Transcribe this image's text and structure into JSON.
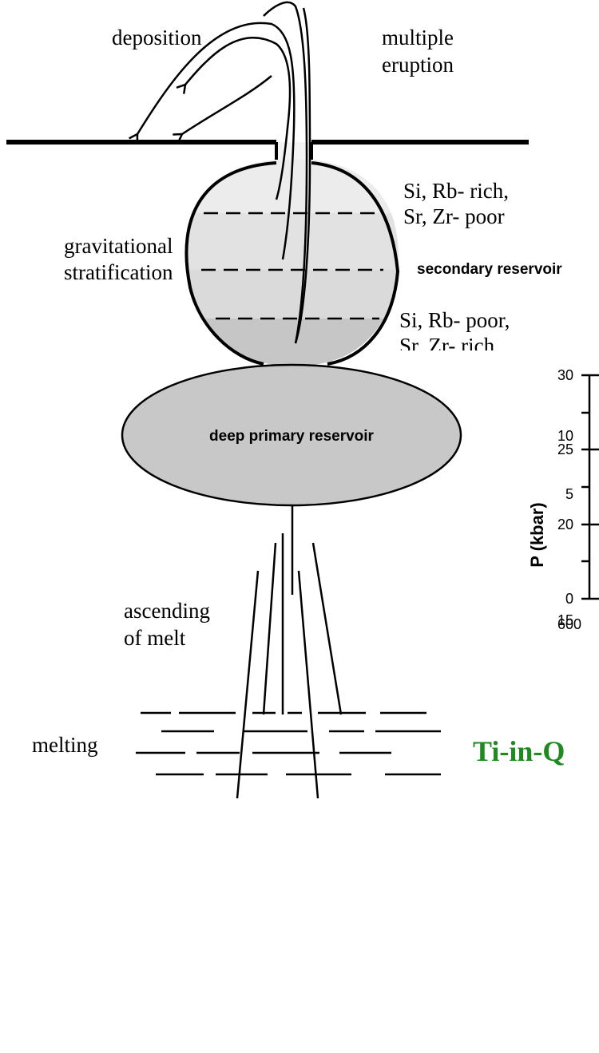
{
  "labels": {
    "deposition": "deposition",
    "multiple": "multiple",
    "eruption": "eruption",
    "gravitational": "gravitational",
    "stratification": "stratification",
    "top_layer_1": "Si, Rb- rich,",
    "top_layer_2": "Sr, Zr- poor",
    "secondary_reservoir": "secondary reservoir",
    "bottom_layer_1": "Si, Rb- poor,",
    "bottom_layer_2": "Sr, Zr- rich",
    "deep_primary_reservoir": "deep primary reservoir",
    "ascending": "ascending",
    "of_melt": "of melt",
    "melting": "melting",
    "partial_title": "Ti-in-Q"
  },
  "colors": {
    "stratum_light": "#ececec",
    "stratum_mid": "#dcdcdc",
    "stratum_dark": "#c4c4c4",
    "primary_reservoir": "#c8c8c8",
    "title_green": "#1f8a1f"
  },
  "axis": {
    "title": "P (kbar)",
    "y_ticks": [
      "0",
      "5",
      "10",
      "15",
      "20",
      "25",
      "30"
    ],
    "x_tick_partial": "600"
  }
}
